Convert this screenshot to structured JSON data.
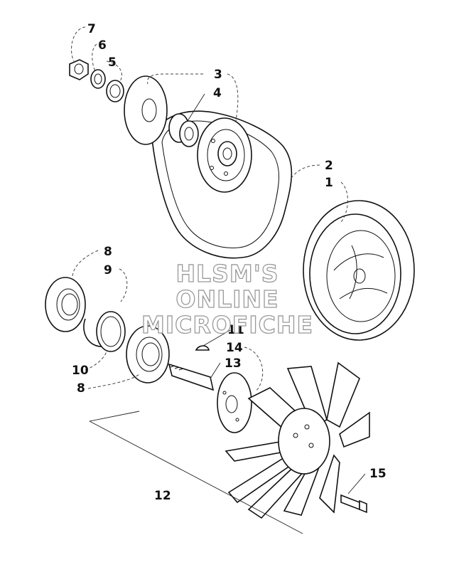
{
  "callouts": {
    "c7": "7",
    "c6": "6",
    "c5": "5",
    "c3": "3",
    "c4": "4",
    "c2": "2",
    "c1": "1",
    "c8a": "8",
    "c9": "9",
    "c11": "11",
    "c14": "14",
    "c13": "13",
    "c10": "10",
    "c8b": "8",
    "c12": "12",
    "c15": "15"
  },
  "watermark": {
    "line1": "HLSM'S",
    "line2": "ONLINE",
    "line3": "MICROFICHE"
  }
}
